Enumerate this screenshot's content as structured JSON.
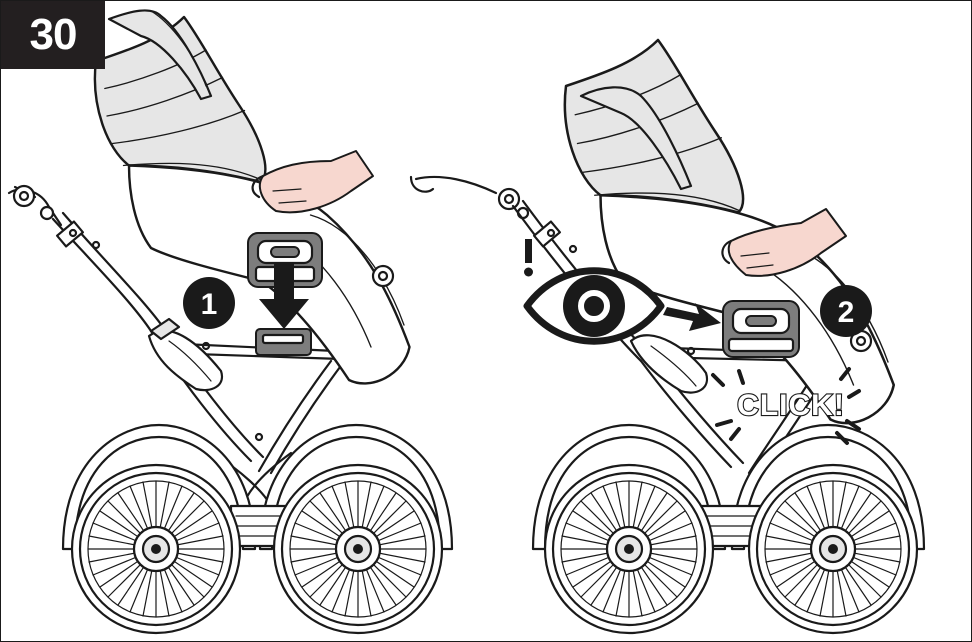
{
  "step_number": "30",
  "steps": [
    {
      "number": "1"
    },
    {
      "number": "2"
    }
  ],
  "click_label": "CLICK!",
  "warning_mark": "!",
  "icons": {
    "left_arrow": "arrow-down-icon",
    "right_arrow": "arrow-right-icon",
    "eye": "eye-icon"
  },
  "colors": {
    "badge_bg": "#231f20",
    "line": "#1a1a1a",
    "skin": "#f7d7cf",
    "fabric": "#e6e6e6",
    "adapter": "#7d7d7d"
  }
}
